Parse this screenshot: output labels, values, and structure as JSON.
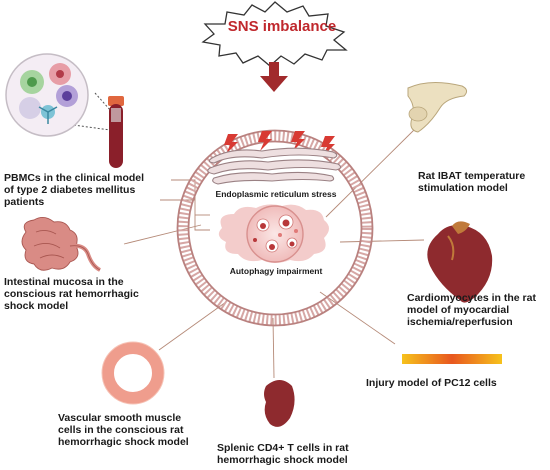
{
  "title": "SNS imbalance",
  "center": {
    "er_label": "Endoplasmic reticulum stress",
    "autophagy_label": "Autophagy impairment"
  },
  "models": {
    "pbmc": [
      "PBMCs in the clinical model",
      "of type 2 diabetes mellitus",
      "patients"
    ],
    "ibat": [
      "Rat IBAT temperature",
      "stimulation model"
    ],
    "intestine": [
      "Intestinal mucosa in the",
      "conscious rat hemorrhagic",
      "shock model"
    ],
    "cardio": [
      "Cardiomyocytes in the rat",
      "model of myocardial",
      "ischemia/reperfusion"
    ],
    "pc12": [
      "Injury model of PC12 cells"
    ],
    "vsmc": [
      "Vascular smooth muscle",
      "cells in the conscious rat",
      "hemorrhagic shock model"
    ],
    "spleen": [
      "Splenic CD4+ T cells in rat",
      "hemorrhagic shock model"
    ]
  },
  "colors": {
    "title_red": "#c0282d",
    "membrane": "#d6a7a5",
    "membrane_dark": "#b9817f",
    "organ_red": "#8e2a2e",
    "gut_pink": "#d98b85",
    "connector": "#b58a78"
  },
  "icons": [
    "starburst-icon",
    "down-arrow-icon",
    "blood-tube-icon",
    "cells-magnifier-icon",
    "scapula-bone-icon",
    "intestine-icon",
    "heart-icon",
    "pc12-gradient-bar",
    "vessel-ring-icon",
    "spleen-icon",
    "lightning-icon",
    "er-organelle-icon",
    "autophagy-cell-icon"
  ]
}
